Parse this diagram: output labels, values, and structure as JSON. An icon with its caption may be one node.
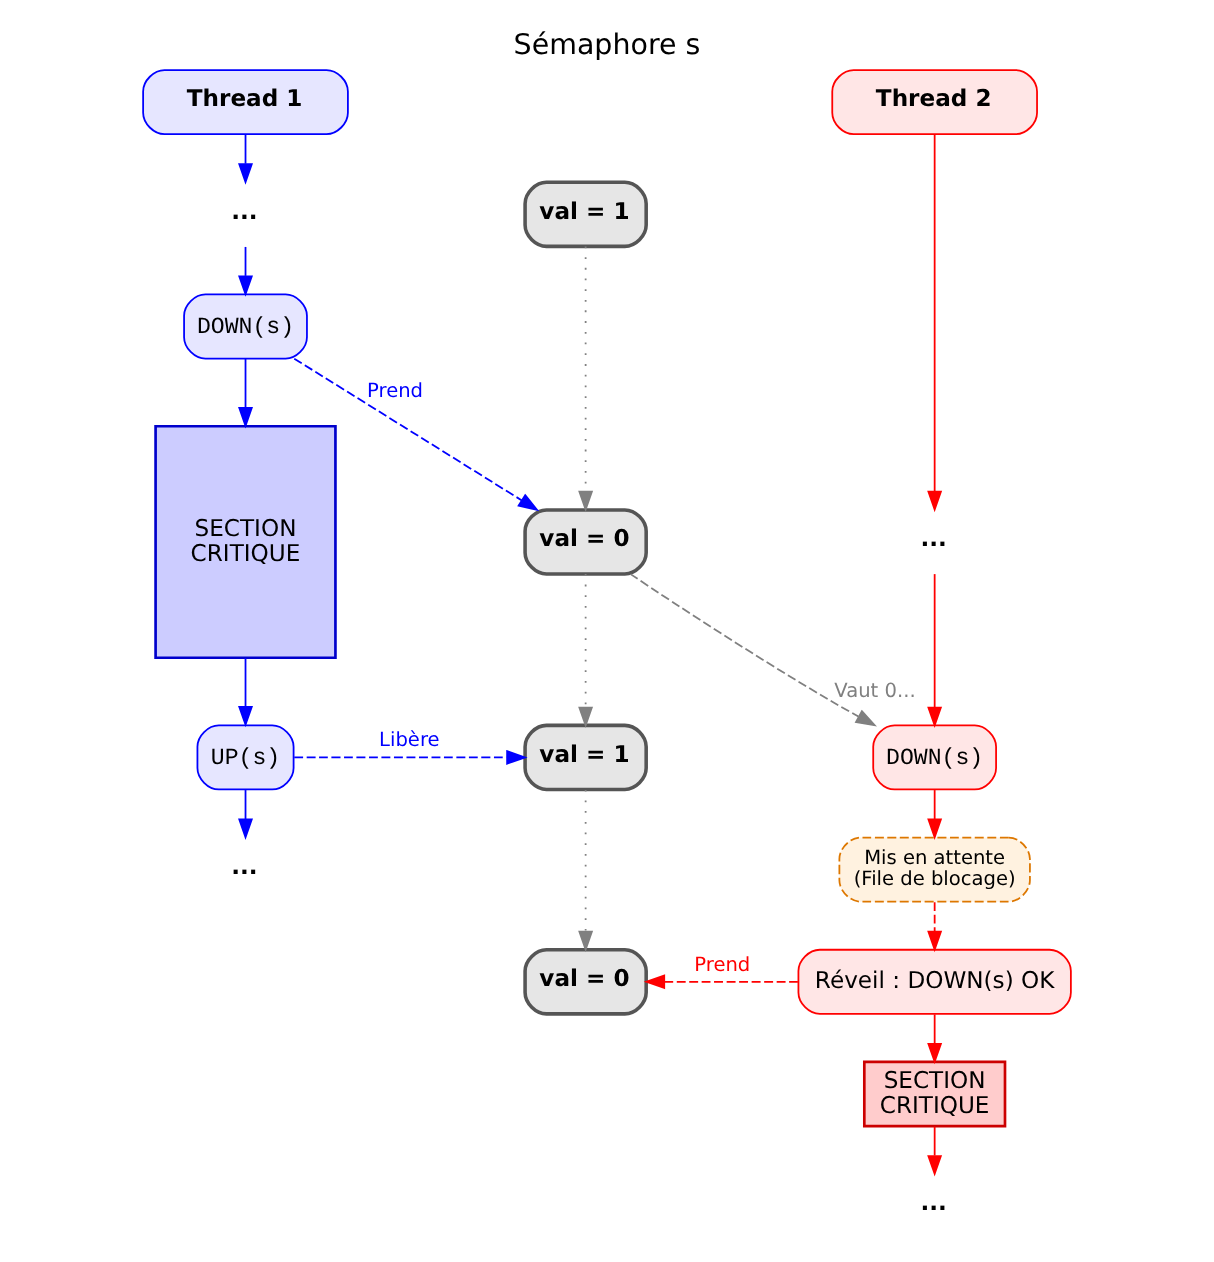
{
  "diagram": {
    "title": "Sémaphore s",
    "nodes": [
      {
        "text": [
          "Thread 1"
        ]
      },
      {
        "text": [
          "..."
        ]
      },
      {
        "text": [
          "DOWN(s)"
        ]
      },
      {
        "text": [
          "SECTION CRITIQUE"
        ]
      },
      {
        "text": [
          "UP(s)"
        ]
      },
      {
        "text": [
          "..."
        ]
      },
      {
        "text": [
          "val = 1"
        ]
      },
      {
        "text": [
          "val = 0"
        ]
      },
      {
        "text": [
          "val = 1"
        ]
      },
      {
        "text": [
          "val = 0"
        ]
      },
      {
        "text": [
          "Thread 2"
        ]
      },
      {
        "text": [
          "..."
        ]
      },
      {
        "text": [
          "DOWN(s)"
        ]
      },
      {
        "text": [
          "Mis en attente (File de blocage)"
        ]
      },
      {
        "text": [
          "Réveil : DOWN(s) OK"
        ]
      },
      {
        "text": [
          "SECTION CRITIQUE"
        ]
      },
      {
        "text": [
          "..."
        ]
      }
    ],
    "edges": [
      {
        "from": 0,
        "to": 1,
        "arrow": "to",
        "color": "#0000ff"
      },
      {
        "from": 1,
        "to": 2,
        "arrow": "to",
        "color": "#0000ff"
      },
      {
        "from": 2,
        "to": 3,
        "arrow": "to",
        "color": "#0000ff"
      },
      {
        "from": 3,
        "to": 4,
        "arrow": "to",
        "color": "#0000ff"
      },
      {
        "from": 4,
        "to": 5,
        "arrow": "to",
        "color": "#0000ff"
      },
      {
        "from": 2,
        "to": 7,
        "arrow": "to",
        "label": "Prend",
        "style": "dashed",
        "color": "#0000ff"
      },
      {
        "from": 4,
        "to": 8,
        "arrow": "to",
        "label": "Libère",
        "style": "dashed",
        "color": "#0000ff"
      },
      {
        "from": 6,
        "to": 7,
        "arrow": "to",
        "style": "dashed",
        "color": "#808080"
      },
      {
        "from": 7,
        "to": 8,
        "arrow": "to",
        "style": "dashed",
        "color": "#808080"
      },
      {
        "from": 8,
        "to": 9,
        "arrow": "to",
        "style": "dashed",
        "color": "#808080"
      },
      {
        "from": 7,
        "to": 12,
        "arrow": "to",
        "label": "Vaut 0...",
        "style": "dashed",
        "color": "#808080"
      },
      {
        "from": 10,
        "to": 11,
        "arrow": "to",
        "color": "#ff0000"
      },
      {
        "from": 11,
        "to": 12,
        "arrow": "to",
        "color": "#ff0000"
      },
      {
        "from": 12,
        "to": 13,
        "arrow": "to",
        "color": "#ff0000"
      },
      {
        "from": 13,
        "to": 14,
        "arrow": "to",
        "style": "dashed",
        "color": "#ff0000"
      },
      {
        "from": 14,
        "to": 9,
        "arrow": "to",
        "label": "Prend",
        "style": "dashed",
        "color": "#ff0000"
      },
      {
        "from": 14,
        "to": 15,
        "arrow": "to",
        "color": "#ff0000"
      },
      {
        "from": 15,
        "to": 16,
        "arrow": "to",
        "color": "#ff0000"
      }
    ]
  }
}
